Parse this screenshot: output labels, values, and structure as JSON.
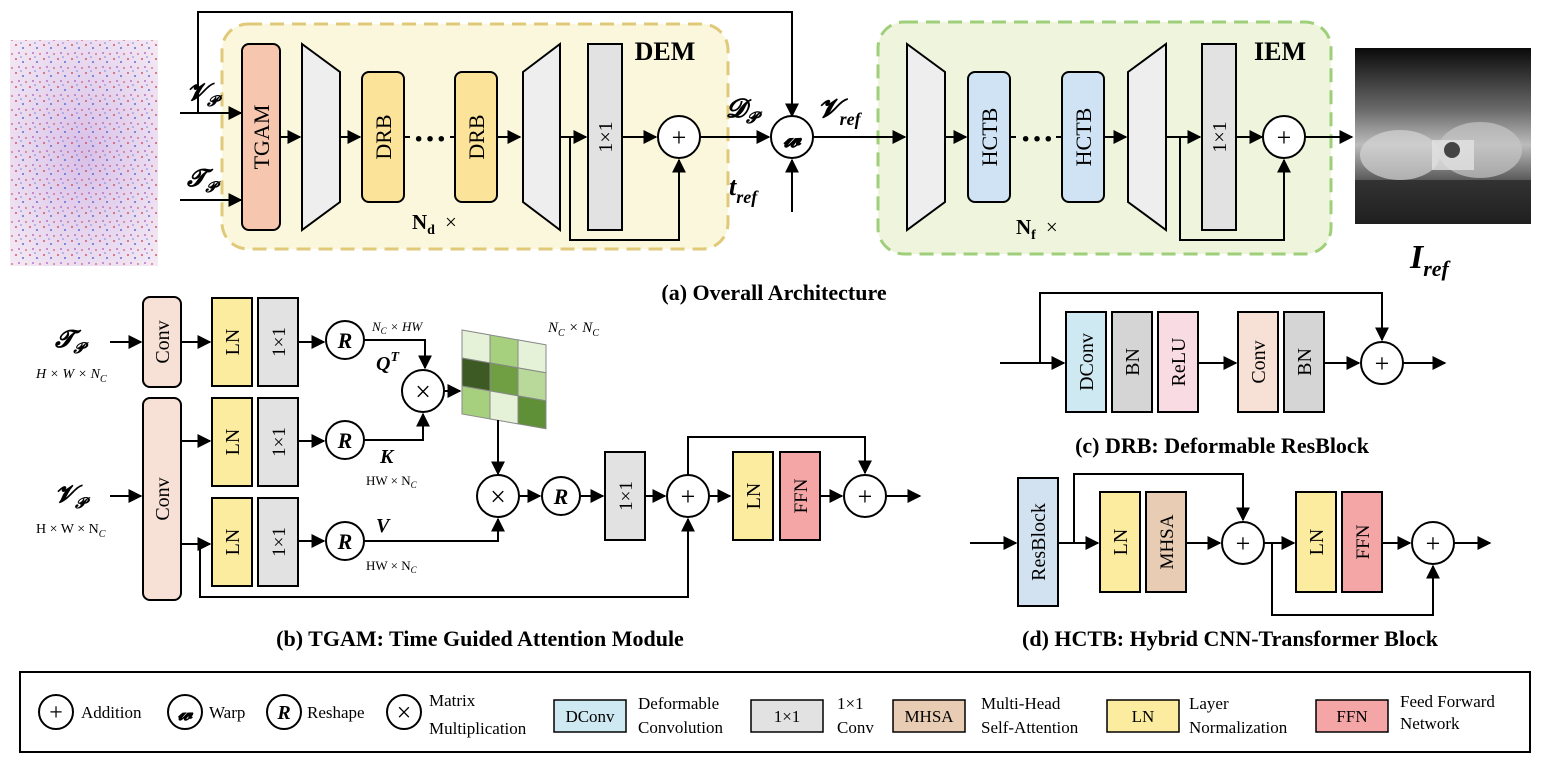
{
  "overall": {
    "caption": "(a) Overall Architecture",
    "dem_label": "DEM",
    "iem_label": "IEM",
    "input_v": "𝓥",
    "input_v_sub": "𝓟",
    "input_t": "𝓣",
    "input_t_sub": "𝓟",
    "tgam_label": "TGAM",
    "drb_label": "DRB",
    "hctb_label": "HCTB",
    "one_by_one": "1×1",
    "dots": "···",
    "nd_label": "N",
    "nd_sub": "d",
    "nd_times": "×",
    "nf_label": "N",
    "nf_sub": "f",
    "nf_times": "×",
    "d_label": "𝓓",
    "d_sub": "𝓟",
    "warp_symbol": "𝔀",
    "vref_label": "𝓥",
    "vref_sub": "ref",
    "tref_label": "t",
    "tref_sub": "ref",
    "plus": "+",
    "iref_label": "I",
    "iref_sub": "ref"
  },
  "tgam": {
    "caption": "(b) TGAM: Time Guided Attention Module",
    "t_label": "𝓣",
    "t_sub": "𝓟",
    "t_dims": "H × W × N",
    "t_dims_sub": "C",
    "v_label": "𝓥",
    "v_sub": "𝓟",
    "v_dims": "H × W × N",
    "v_dims_sub": "C",
    "conv": "Conv",
    "ln": "LN",
    "one_by_one": "1×1",
    "reshape": "R",
    "q_label": "Q",
    "q_sup": "T",
    "q_dims": "N",
    "q_dims_sub": "C",
    "q_dims_rest": " × HW",
    "k_label": "K",
    "k_dims": "HW × N",
    "k_dims_sub": "C",
    "v_out_label": "V",
    "v_out_dims": "HW × N",
    "v_out_dims_sub": "C",
    "matrix_dims": "N",
    "matrix_dims_sub": "C",
    "matrix_dims_mid": " × N",
    "matrix_dims_sub2": "C",
    "times": "×",
    "plus": "+",
    "ffn": "FFN"
  },
  "drb": {
    "caption": "(c) DRB: Deformable ResBlock",
    "dconv": "DConv",
    "bn": "BN",
    "relu": "ReLU",
    "conv": "Conv",
    "plus": "+"
  },
  "hctb": {
    "caption": "(d) HCTB: Hybrid CNN-Transformer Block",
    "resblock": "ResBlock",
    "ln": "LN",
    "mhsa": "MHSA",
    "ffn": "FFN",
    "plus": "+"
  },
  "legend": {
    "addition_symbol": "+",
    "addition": "Addition",
    "warp_symbol": "𝔀",
    "warp": "Warp",
    "reshape_symbol": "R",
    "reshape": "Reshape",
    "matmul_symbol": "×",
    "matmul_line1": "Matrix",
    "matmul_line2": "Multiplication",
    "dconv_box": "DConv",
    "dconv_line1": "Deformable",
    "dconv_line2": "Convolution",
    "conv11_box": "1×1",
    "conv11_line1": "1×1",
    "conv11_line2": "Conv",
    "mhsa_box": "MHSA",
    "mhsa_line1": "Multi-Head",
    "mhsa_line2": "Self-Attention",
    "ln_box": "LN",
    "ln_line1": "Layer",
    "ln_line2": "Normalization",
    "ffn_box": "FFN",
    "ffn_line1": "Feed Forward",
    "ffn_line2": "Network"
  },
  "colors": {
    "tgam": "#f6c7ae",
    "drb": "#fbe49a",
    "hctb": "#cfe3f4",
    "gray": "#e2e2e2",
    "conv": "#f7e0d5",
    "ln": "#fbeca0",
    "ffn": "#f4a6a6",
    "dconv": "#cfe9f2",
    "bn": "#d5d5d5",
    "relu": "#f9dce3",
    "mhsa": "#e8cdb4",
    "resblock": "#d3e2f0",
    "dem_bg": "#fbf7dc",
    "dem_border": "#e1c97a",
    "iem_bg": "#eef5dc",
    "iem_border": "#9fcf7a"
  }
}
